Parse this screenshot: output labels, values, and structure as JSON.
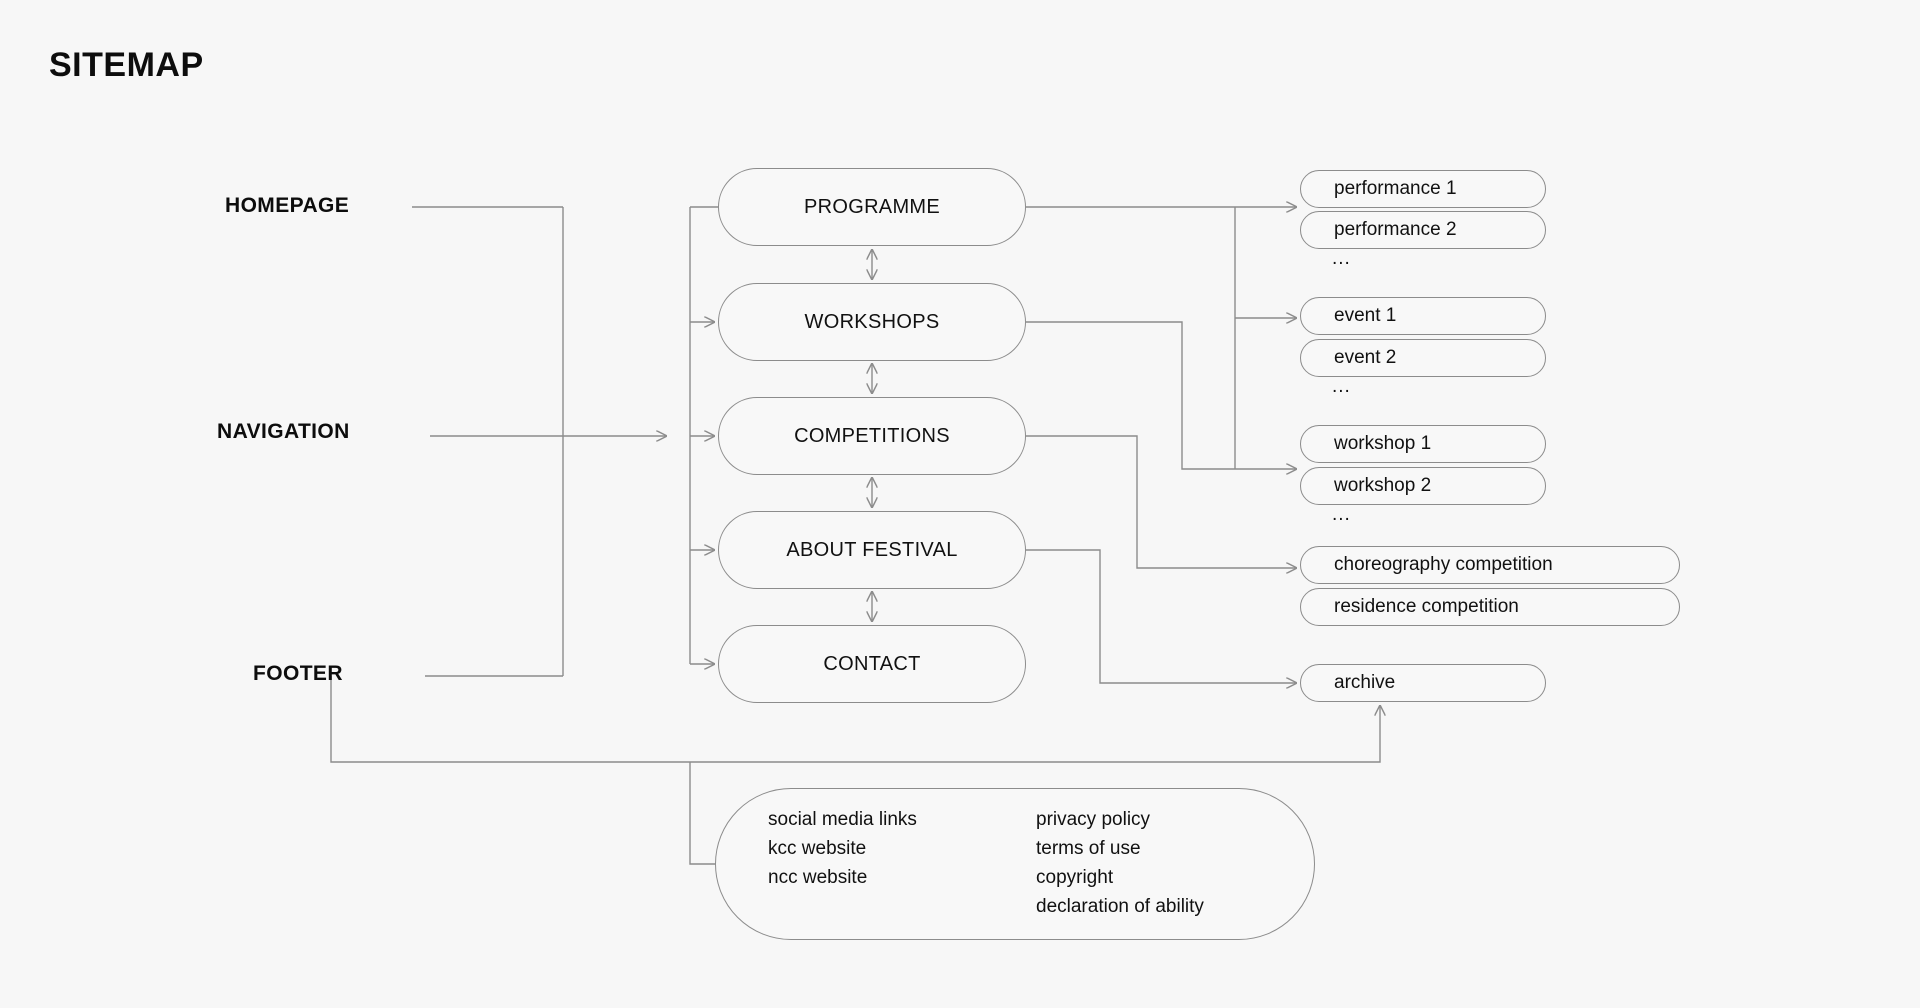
{
  "page": {
    "title": "SITEMAP",
    "background_color": "#f7f7f7",
    "line_color": "#8c8c8c",
    "text_color": "#111111"
  },
  "sections": {
    "homepage_label": "HOMEPAGE",
    "navigation_label": "NAVIGATION",
    "footer_label": "FOOTER"
  },
  "navigation": {
    "items": [
      {
        "label": "PROGRAMME"
      },
      {
        "label": "WORKSHOPS"
      },
      {
        "label": "COMPETITIONS"
      },
      {
        "label": "ABOUT FESTIVAL"
      },
      {
        "label": "CONTACT"
      }
    ]
  },
  "leaves": {
    "programme": {
      "items": [
        {
          "label": "performance 1"
        },
        {
          "label": "performance 2"
        }
      ],
      "more": "..."
    },
    "events": {
      "items": [
        {
          "label": "event 1"
        },
        {
          "label": "event 2"
        }
      ],
      "more": "..."
    },
    "workshops": {
      "items": [
        {
          "label": "workshop 1"
        },
        {
          "label": "workshop 2"
        }
      ],
      "more": "..."
    },
    "competitions": {
      "items": [
        {
          "label": "choreography competition"
        },
        {
          "label": "residence competition"
        }
      ]
    },
    "archive": {
      "label": "archive"
    }
  },
  "footer": {
    "columns": [
      {
        "items": [
          "social media links",
          "kcc website",
          "ncc website"
        ]
      },
      {
        "items": [
          "privacy policy",
          "terms of use",
          "copyright",
          "declaration of ability"
        ]
      }
    ]
  }
}
